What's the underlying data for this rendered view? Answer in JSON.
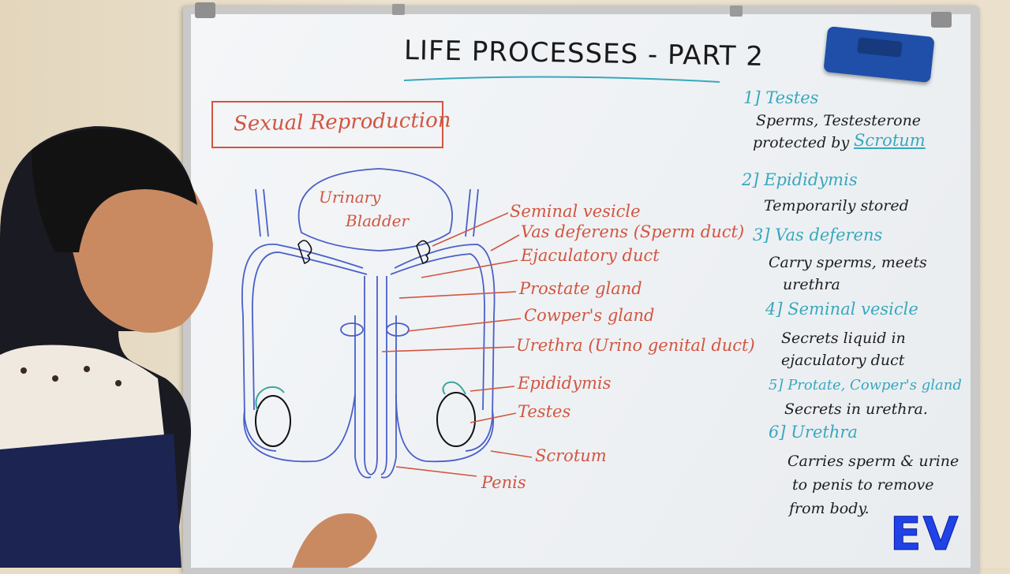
{
  "board": {
    "title": "LIFE PROCESSES - PART 2",
    "heading": "Sexual Reproduction"
  },
  "diagram": {
    "inner_label_1": "Urinary",
    "inner_label_2": "Bladder",
    "labels": [
      "Seminal vesicle",
      "Vas deferens (Sperm duct)",
      "Ejaculatory duct",
      "Prostate gland",
      "Cowper's gland",
      "Urethra (Urino genital duct)",
      "Epididymis",
      "Testes",
      "Scrotum",
      "Penis"
    ]
  },
  "notes": {
    "n1_title": "1] Testes",
    "n1_l1": "Sperms, Testesterone",
    "n1_l2a": "protected by",
    "n1_l2b": "Scrotum",
    "n2_title": "2] Epididymis",
    "n2_l1": "Temporarily stored",
    "n3_title": "3] Vas deferens",
    "n3_l1": "Carry sperms, meets",
    "n3_l2": "urethra",
    "n4_title": "4] Seminal vesicle",
    "n4_l1": "Secrets liquid in",
    "n4_l2": "ejaculatory duct",
    "n5_title": "5] Protate, Cowper's gland",
    "n5_l1": "Secrets in urethra.",
    "n6_title": "6] Urethra",
    "n6_l1": "Carries sperm & urine",
    "n6_l2": "to penis to remove",
    "n6_l3": "from body."
  },
  "logo": "EV",
  "colors": {
    "marker_red": "#d2553f",
    "marker_black": "#1e1e1e",
    "marker_teal": "#37a8bd",
    "diagram_blue": "#4a5fc8",
    "logo_blue": "#2142e6"
  }
}
